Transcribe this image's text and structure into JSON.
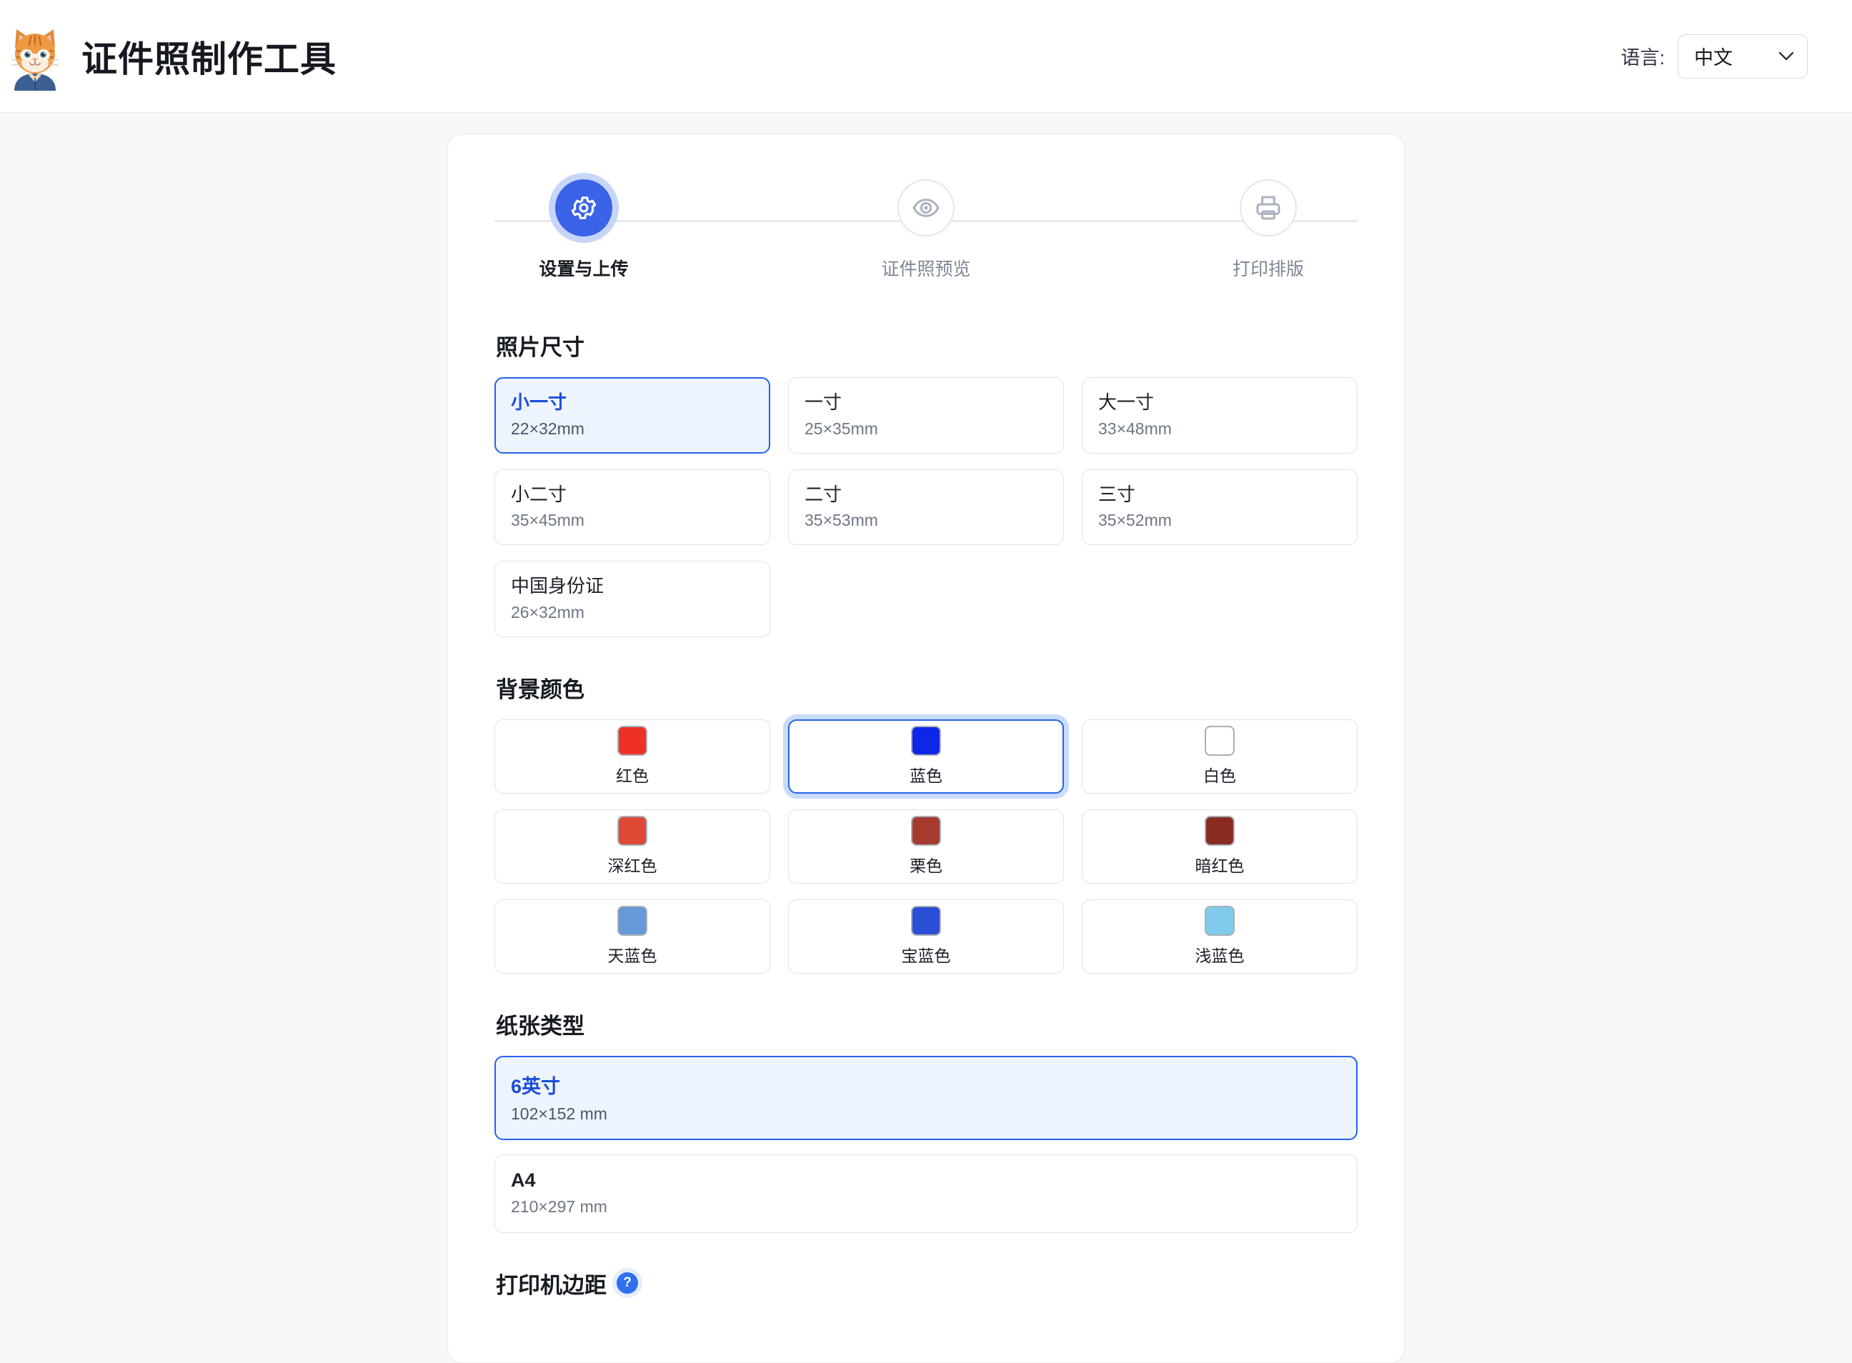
{
  "header": {
    "logo_icon": "cat-avatar-icon",
    "title": "证件照制作工具",
    "language_label": "语言:",
    "language_value": "中文",
    "language_options": [
      "中文"
    ],
    "chevron_icon": "chevron-down-icon"
  },
  "stepper": {
    "steps": [
      {
        "label": "设置与上传",
        "icon": "gear-icon",
        "active": true
      },
      {
        "label": "证件照预览",
        "icon": "eye-icon",
        "active": false
      },
      {
        "label": "打印排版",
        "icon": "printer-icon",
        "active": false
      }
    ]
  },
  "photo_size": {
    "title": "照片尺寸",
    "options": [
      {
        "name": "小一寸",
        "dimensions": "22×32mm",
        "selected": true
      },
      {
        "name": "一寸",
        "dimensions": "25×35mm",
        "selected": false
      },
      {
        "name": "大一寸",
        "dimensions": "33×48mm",
        "selected": false
      },
      {
        "name": "小二寸",
        "dimensions": "35×45mm",
        "selected": false
      },
      {
        "name": "二寸",
        "dimensions": "35×53mm",
        "selected": false
      },
      {
        "name": "三寸",
        "dimensions": "35×52mm",
        "selected": false
      },
      {
        "name": "中国身份证",
        "dimensions": "26×32mm",
        "selected": false
      }
    ]
  },
  "background_color": {
    "title": "背景颜色",
    "options": [
      {
        "name": "红色",
        "color": "#ee3124",
        "selected": false
      },
      {
        "name": "蓝色",
        "color": "#0d26e8",
        "selected": true
      },
      {
        "name": "白色",
        "color": "#ffffff",
        "selected": false
      },
      {
        "name": "深红色",
        "color": "#dc4a36",
        "selected": false
      },
      {
        "name": "栗色",
        "color": "#a63a2e",
        "selected": false
      },
      {
        "name": "暗红色",
        "color": "#8a2b22",
        "selected": false
      },
      {
        "name": "天蓝色",
        "color": "#6699d8",
        "selected": false
      },
      {
        "name": "宝蓝色",
        "color": "#2a4fd6",
        "selected": false
      },
      {
        "name": "浅蓝色",
        "color": "#7fcbec",
        "selected": false
      }
    ]
  },
  "paper_type": {
    "title": "纸张类型",
    "options": [
      {
        "name": "6英寸",
        "dimensions": "102×152 mm",
        "selected": true
      },
      {
        "name": "A4",
        "dimensions": "210×297 mm",
        "selected": false
      }
    ]
  },
  "printer_margin": {
    "title": "打印机边距",
    "help_icon": "help-circle-icon",
    "help_label": "?"
  },
  "theme": {
    "accent": "#2563eb",
    "accent_step": "#3b63e8",
    "page_bg": "#f7f8fa",
    "card_bg": "#ffffff",
    "border": "#dfe3e9",
    "selected_bg": "#edf4fe"
  }
}
